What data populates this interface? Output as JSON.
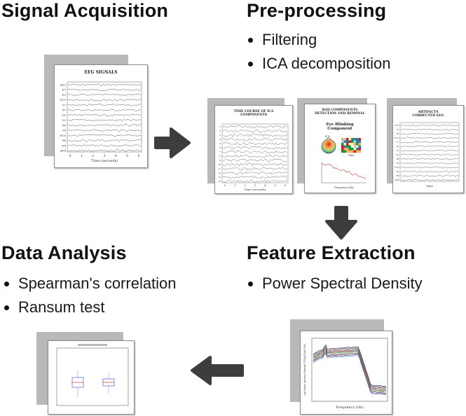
{
  "stages": {
    "signal_acquisition": {
      "title": "Signal Acquisition",
      "panel": {
        "heading": "EEG SIGNALS",
        "channels": [
          "AF3",
          "F7",
          "F3",
          "FC5",
          "T7",
          "P7",
          "O1",
          "O2",
          "P8",
          "T8",
          "FC6",
          "F4",
          "F8",
          "AF4"
        ],
        "x_ticks": [
          "0",
          "1",
          "2",
          "3",
          "4",
          "5",
          "6"
        ],
        "x_label": "Time (seconds)"
      }
    },
    "pre_processing": {
      "title": "Pre-processing",
      "bullets": [
        "Filtering",
        "ICA decomposition"
      ],
      "panels": [
        {
          "heading": "TIME COURSE OF ICA COMPONENTS",
          "x_label": "Time (seconds)",
          "x_ticks": [
            "0",
            "1",
            "2",
            "3",
            "4",
            "5",
            "6"
          ]
        },
        {
          "heading": "BAD COMPONENTS DETECTION AND REMOVAL",
          "subheading": "Eye Blinking Component",
          "ic_label": "IC1",
          "x_label": "Frequency (Hz)"
        },
        {
          "heading": "ARTIFACTS CORRECTED EEG",
          "x_label": "Time"
        }
      ]
    },
    "feature_extraction": {
      "title": "Feature Extraction",
      "bullets": [
        "Power Spectral Density"
      ],
      "panel": {
        "x_label": "Frequency (Hz)",
        "y_label": "Log Power Spectral Density 10*log10(μV²/Hz)"
      }
    },
    "data_analysis": {
      "title": "Data Analysis",
      "bullets": [
        "Spearman's correlation",
        "Ransum test"
      ]
    }
  },
  "colors": {
    "arrow": "#3d3d3d",
    "shadow": "#b9b9b9",
    "trace": "#5a5a5a"
  }
}
